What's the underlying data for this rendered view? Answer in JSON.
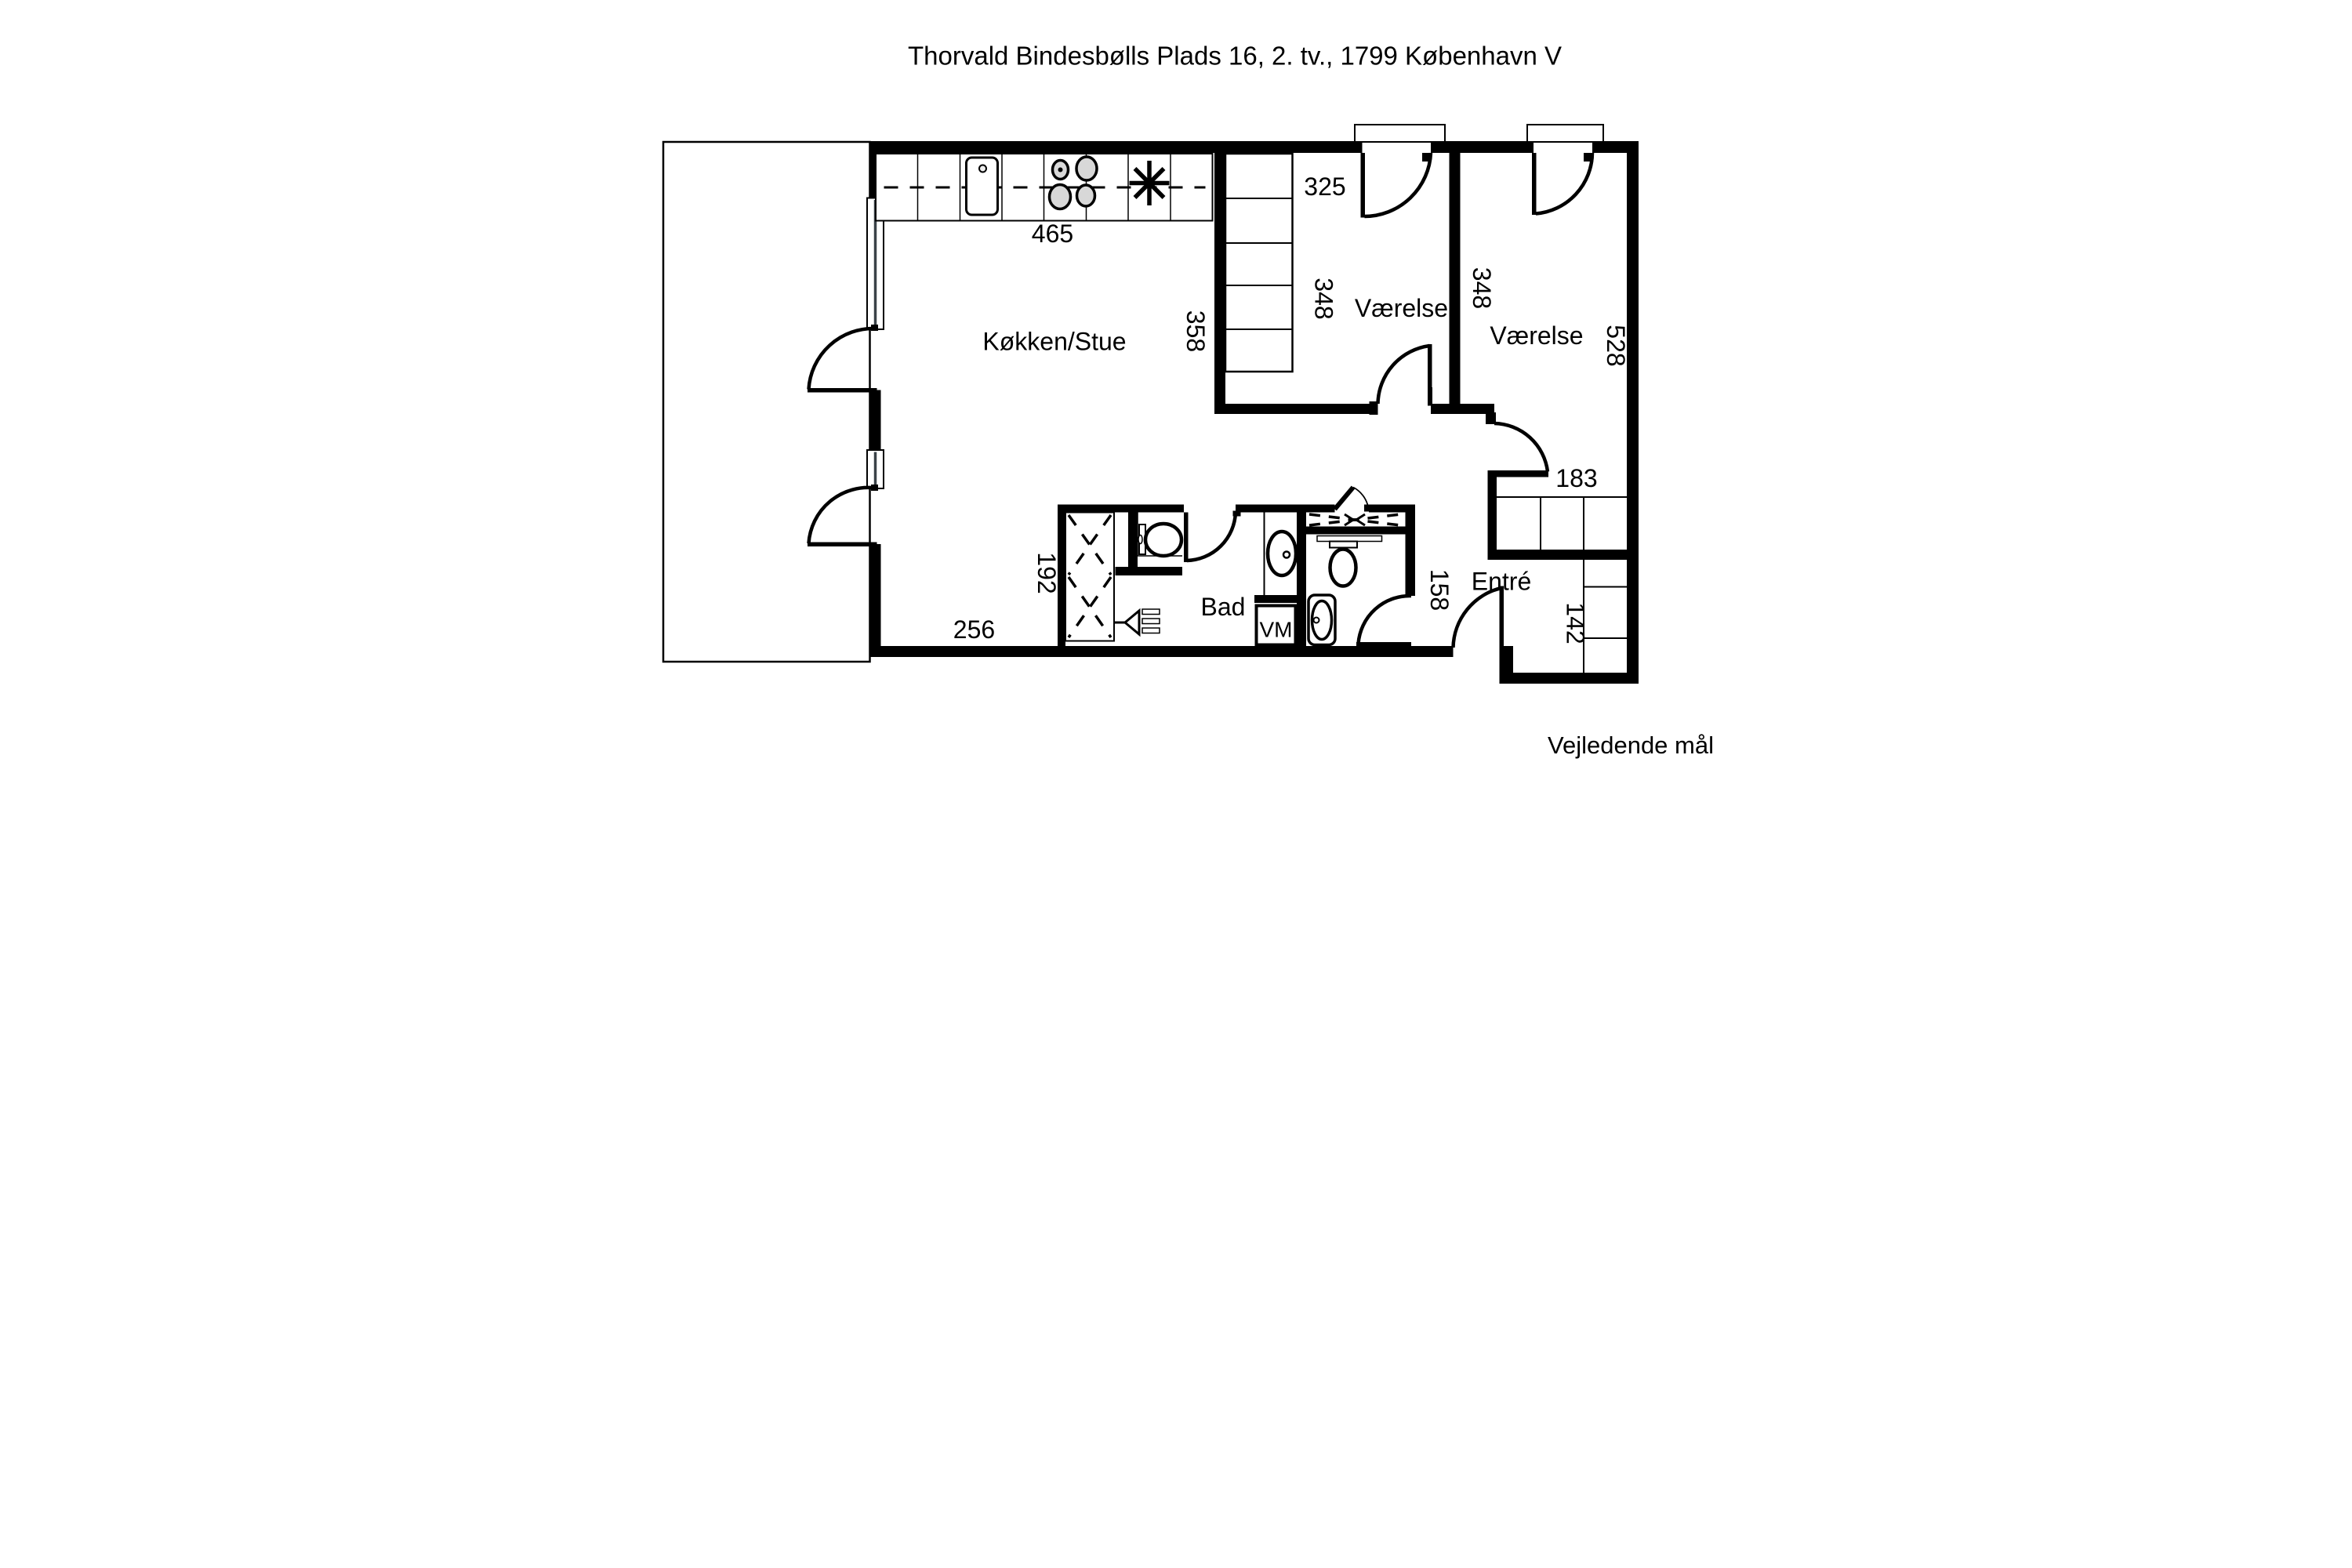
{
  "header": {
    "title": "Thorvald Bindesbølls Plads 16, 2. tv., 1799 København V"
  },
  "footer": {
    "note": "Vejledende mål"
  },
  "floor_plan": {
    "colors": {
      "wall": "#000000",
      "background": "#ffffff",
      "burner_fill": "#d8d8d8"
    },
    "rooms": [
      {
        "id": "kitchen_living",
        "label": "Køkken/Stue"
      },
      {
        "id": "bedroom_1",
        "label": "Værelse"
      },
      {
        "id": "bedroom_2",
        "label": "Værelse"
      },
      {
        "id": "bathroom",
        "label": "Bad"
      },
      {
        "id": "entry",
        "label": "Entré"
      }
    ],
    "dimensions": {
      "kitchen_counter": "465",
      "kitchen_depth": "358",
      "kitchen_nook": "192",
      "kitchen_bottom": "256",
      "bedroom1_width": "325",
      "bedroom1_depth": "348",
      "bedroom2_depth": "348",
      "bedroom2_length": "528",
      "wc_passage": "158",
      "entry_closet": "183",
      "entry_width": "142"
    },
    "appliances": {
      "washing_machine": "VM"
    },
    "fixture_icons": [
      "sink-icon",
      "stove-burners-icon",
      "fridge-asterisk-icon",
      "wardrobe-icon",
      "shower-cabinet-icon",
      "shower-head-icon",
      "toilet-icon",
      "washbasin-icon",
      "sliding-door-icon",
      "door-swing-icon",
      "balcony-icon"
    ]
  }
}
